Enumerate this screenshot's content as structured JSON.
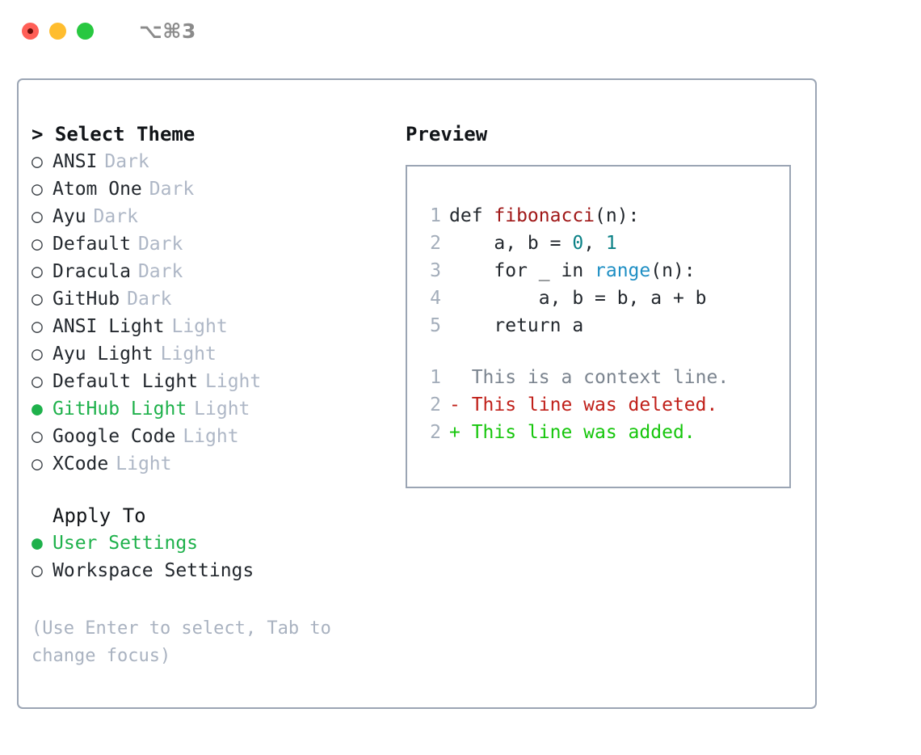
{
  "window": {
    "traffic_lights": [
      "close",
      "minimize",
      "maximize"
    ],
    "shortcut": "⌥⌘3"
  },
  "colors": {
    "accent_green": "#1eb14b",
    "border": "#9ba5b4",
    "muted": "#aeb7c6",
    "hint": "#a9b2c0",
    "diff_add": "#16c60c",
    "diff_del": "#c0201a",
    "syntax_function": "#a01818",
    "syntax_number": "#0b8186",
    "syntax_call": "#1f8fc4",
    "traffic_red": "#ff5f57",
    "traffic_yellow": "#ffbd2e",
    "traffic_green": "#28c840"
  },
  "theme_section": {
    "header": "> Select Theme",
    "focused": true,
    "options": [
      {
        "marker": "○",
        "name": "ANSI",
        "variant": "Dark",
        "selected": false
      },
      {
        "marker": "○",
        "name": "Atom One",
        "variant": "Dark",
        "selected": false
      },
      {
        "marker": "○",
        "name": "Ayu",
        "variant": "Dark",
        "selected": false
      },
      {
        "marker": "○",
        "name": "Default",
        "variant": "Dark",
        "selected": false
      },
      {
        "marker": "○",
        "name": "Dracula",
        "variant": "Dark",
        "selected": false
      },
      {
        "marker": "○",
        "name": "GitHub",
        "variant": "Dark",
        "selected": false
      },
      {
        "marker": "○",
        "name": "ANSI Light",
        "variant": "Light",
        "selected": false
      },
      {
        "marker": "○",
        "name": "Ayu Light",
        "variant": "Light",
        "selected": false
      },
      {
        "marker": "○",
        "name": "Default Light",
        "variant": "Light",
        "selected": false
      },
      {
        "marker": "●",
        "name": "GitHub Light",
        "variant": "Light",
        "selected": true
      },
      {
        "marker": "○",
        "name": "Google Code",
        "variant": "Light",
        "selected": false
      },
      {
        "marker": "○",
        "name": "XCode",
        "variant": "Light",
        "selected": false
      }
    ]
  },
  "apply_section": {
    "header": "Apply To",
    "focused": false,
    "options": [
      {
        "marker": "●",
        "name": "User Settings",
        "selected": true
      },
      {
        "marker": "○",
        "name": "Workspace Settings",
        "selected": false
      }
    ]
  },
  "hint": "(Use Enter to select, Tab to change focus)",
  "preview": {
    "title": "Preview",
    "code_lines": [
      {
        "no": "1",
        "tokens": [
          {
            "t": "def ",
            "c": "plain"
          },
          {
            "t": "fibonacci",
            "c": "fn"
          },
          {
            "t": "(n):",
            "c": "plain"
          }
        ]
      },
      {
        "no": "2",
        "tokens": [
          {
            "t": "    a, b = ",
            "c": "plain"
          },
          {
            "t": "0",
            "c": "num"
          },
          {
            "t": ", ",
            "c": "plain"
          },
          {
            "t": "1",
            "c": "num"
          }
        ]
      },
      {
        "no": "3",
        "tokens": [
          {
            "t": "    for _ in ",
            "c": "plain"
          },
          {
            "t": "range",
            "c": "call"
          },
          {
            "t": "(n):",
            "c": "plain"
          }
        ]
      },
      {
        "no": "4",
        "tokens": [
          {
            "t": "        a, b = b, a + b",
            "c": "plain"
          }
        ]
      },
      {
        "no": "5",
        "tokens": [
          {
            "t": "    return a",
            "c": "plain"
          }
        ]
      }
    ],
    "diff_lines": [
      {
        "no": "1",
        "text": "  This is a context line.",
        "kind": "context"
      },
      {
        "no": "2",
        "text": "- This line was deleted.",
        "kind": "del"
      },
      {
        "no": "2",
        "text": "+ This line was added.",
        "kind": "add"
      }
    ]
  }
}
